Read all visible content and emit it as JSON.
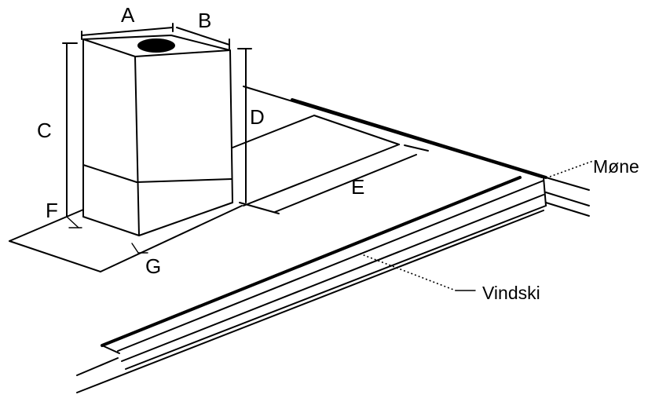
{
  "labels": {
    "a": "A",
    "b": "B",
    "c": "C",
    "d": "D",
    "e": "E",
    "f": "F",
    "g": "G",
    "mone": "Møne",
    "vindski": "Vindski"
  }
}
